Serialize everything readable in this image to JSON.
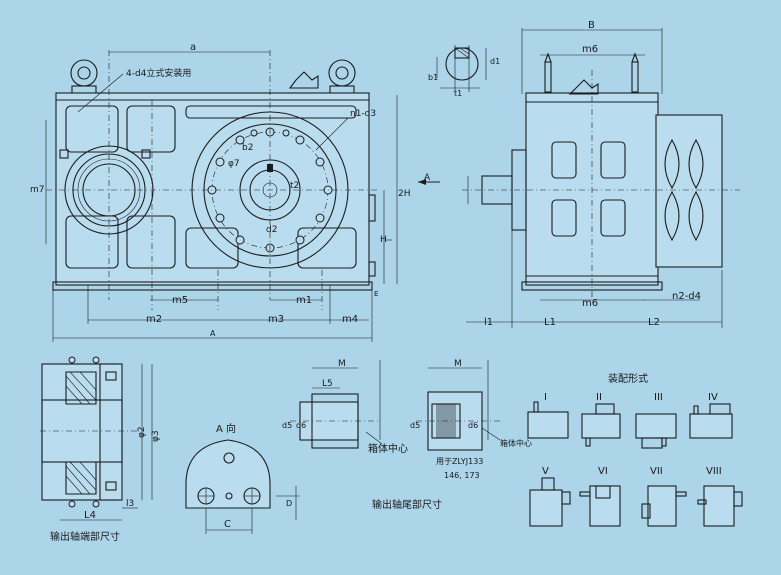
{
  "labels": {
    "a": "a",
    "d4hole": "4-d4立式安装用",
    "n1d3": "n1-d3",
    "b2": "b2",
    "d7": "φ7",
    "t2": "t2",
    "d2": "d2",
    "m7": "m7",
    "h2": "2H",
    "h": "H",
    "e": "E",
    "arrowA": "A",
    "m5": "m5",
    "m1": "m1",
    "m2": "m2",
    "m3": "m3",
    "m4": "m4",
    "bigA": "A",
    "b1": "b1",
    "t1": "t1",
    "d1": "d1",
    "B": "B",
    "m6top": "m6",
    "m6bot": "m6",
    "n2d4": "n2-d4",
    "l1": "l1",
    "L1": "L1",
    "L2": "L2",
    "phi2": "φ2",
    "phi3": "φ3",
    "L4": "L4",
    "l3": "l3",
    "outEnd": "输出轴端部尺寸",
    "Aview": "A 向",
    "C": "C",
    "D": "D",
    "M1": "M",
    "L5": "L5",
    "d5a": "d5",
    "d6a": "d6",
    "box1": "箱体中心",
    "M2": "M",
    "d5b": "d5",
    "d6b": "d6",
    "box2": "箱体中心",
    "note1": "用于ZLYJ133",
    "note2": "146, 173",
    "tailDim": "输出轴尾部尺寸",
    "assembly": "装配形式"
  },
  "assemblyForms": [
    "I",
    "II",
    "III",
    "IV",
    "V",
    "VI",
    "VII",
    "VIII"
  ]
}
